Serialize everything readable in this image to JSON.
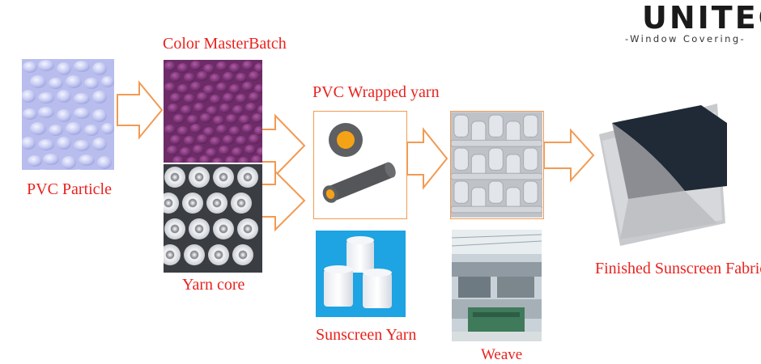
{
  "brand": {
    "name": "UNITEC",
    "tagline": "Window Covering",
    "tagline_decorated": "-Window Covering-"
  },
  "colors": {
    "label": "#e8231f",
    "arrow": "#f29a52",
    "yarn_core_orange": "#f5a316",
    "yarn_sheath_gray": "#5e5f63"
  },
  "labels": {
    "pvc_particle": "PVC Particle",
    "color_masterbatch": "Color MasterBatch",
    "yarn_core": "Yarn core",
    "pvc_wrapped_yarn": "PVC Wrapped yarn",
    "sunscreen_yarn": "Sunscreen Yarn",
    "weave": "Weave",
    "finished_fabric": "Finished Sunscreen Fabric"
  }
}
